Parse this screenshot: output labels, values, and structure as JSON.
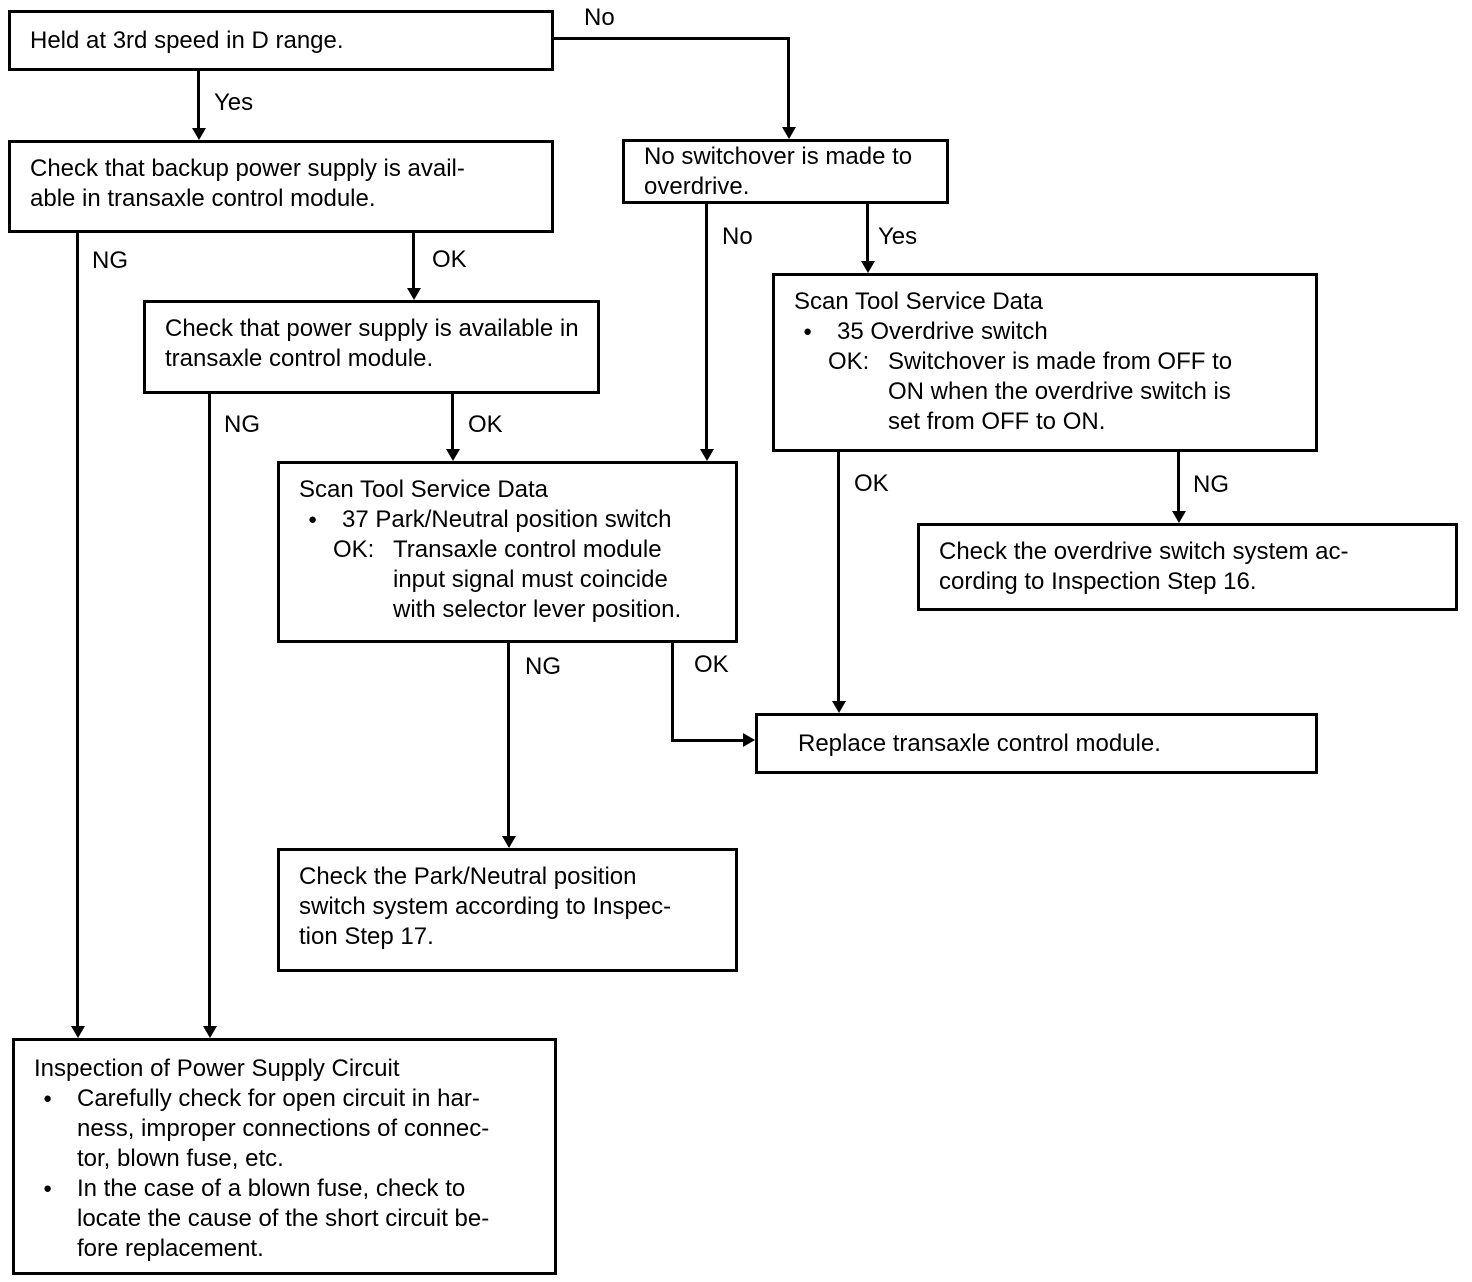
{
  "colors": {
    "background": "#ffffff",
    "ink": "#000000"
  },
  "glyphs": {
    "bullet": "●"
  },
  "nodes": {
    "held": {
      "text": "Held at 3rd speed in D range."
    },
    "backup_power": {
      "line1": "Check that backup power supply is avail-",
      "line2": "able in transaxle control module."
    },
    "power_supply": {
      "line1": "Check that power supply is available in",
      "line2": "transaxle control module."
    },
    "no_switchover": {
      "text": "No switchover is made to overdrive."
    },
    "scan_overdrive": {
      "title": "Scan Tool Service Data",
      "bullet_item": "35 Overdrive switch",
      "ok_label": "OK:",
      "ok_line1": "Switchover is made from OFF to",
      "ok_line2": "ON when the overdrive switch is",
      "ok_line3": "set from OFF to ON."
    },
    "scan_park_neutral": {
      "title": "Scan Tool Service Data",
      "bullet_item": "37 Park/Neutral position switch",
      "ok_label": "OK:",
      "ok_line1": "Transaxle control module",
      "ok_line2": "input signal must coincide",
      "ok_line3": "with selector lever position."
    },
    "overdrive_check": {
      "line1": "Check the overdrive switch system ac-",
      "line2": "cording to Inspection Step 16."
    },
    "replace_tcm": {
      "text": "Replace transaxle control module."
    },
    "park_neutral_check": {
      "line1": "Check the Park/Neutral position",
      "line2": "switch system according to Inspec-",
      "line3": "tion Step 17."
    },
    "inspection_power": {
      "title": "Inspection of Power Supply Circuit",
      "b1_line1": "Carefully check for open circuit in har-",
      "b1_line2": "ness, improper connections of connec-",
      "b1_line3": "tor, blown fuse, etc.",
      "b2_line1": "In the case of a blown fuse, check to",
      "b2_line2": "locate the cause of the short circuit be-",
      "b2_line3": "fore replacement."
    }
  },
  "edge_labels": {
    "held_no": "No",
    "held_yes": "Yes",
    "backup_ng": "NG",
    "backup_ok": "OK",
    "power_ng": "NG",
    "power_ok": "OK",
    "switchover_no": "No",
    "switchover_yes": "Yes",
    "scan_overdrive_ok": "OK",
    "scan_overdrive_ng": "NG",
    "scan_park_ng": "NG",
    "scan_park_ok": "OK"
  }
}
